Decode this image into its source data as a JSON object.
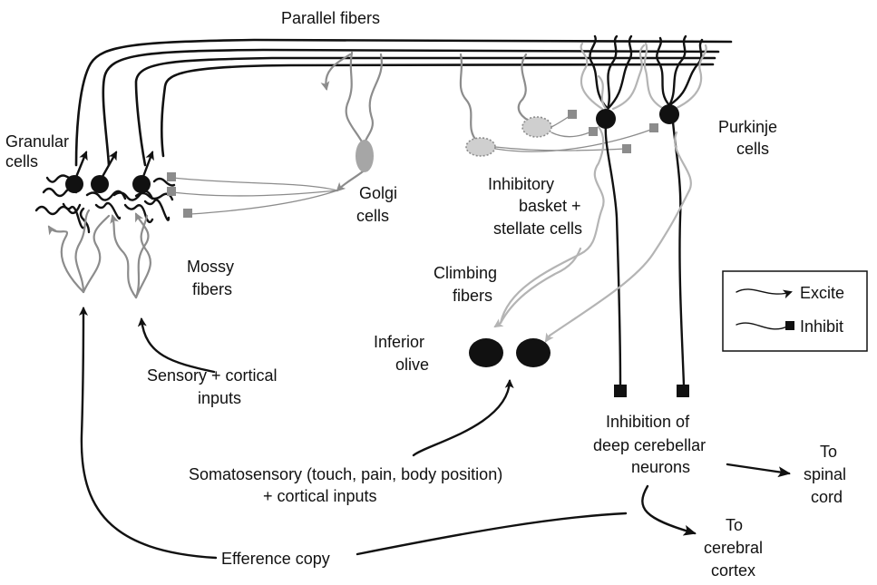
{
  "labels": {
    "parallel_fibers": "Parallel fibers",
    "granular_cells": [
      "Granular",
      "cells"
    ],
    "golgi_cells": [
      "Golgi",
      "cells"
    ],
    "inhibitory_cells": [
      "Inhibitory",
      "basket +",
      "stellate cells"
    ],
    "purkinje_cells": [
      "Purkinje",
      "cells"
    ],
    "mossy_fibers": [
      "Mossy",
      "fibers"
    ],
    "climbing_fibers": [
      "Climbing",
      "fibers"
    ],
    "inferior_olive": [
      "Inferior",
      "olive"
    ],
    "sensory_inputs": [
      "Sensory + cortical",
      "inputs"
    ],
    "somatosensory_inputs": [
      "Somatosensory (touch, pain, body position)",
      "+ cortical inputs"
    ],
    "inhibition_deep": [
      "Inhibition of",
      "deep cerebellar",
      "neurons"
    ],
    "to_spinal_cord": [
      "To",
      "spinal",
      "cord"
    ],
    "to_cerebral_cortex": [
      "To",
      "cerebral",
      "cortex"
    ],
    "efference_copy": "Efference copy"
  },
  "legend": {
    "excite": "Excite",
    "inhibit": "Inhibit"
  },
  "colors": {
    "ink": "#111111",
    "dark_gray": "#8c8c8c",
    "light_gray": "#b4b4b4"
  }
}
